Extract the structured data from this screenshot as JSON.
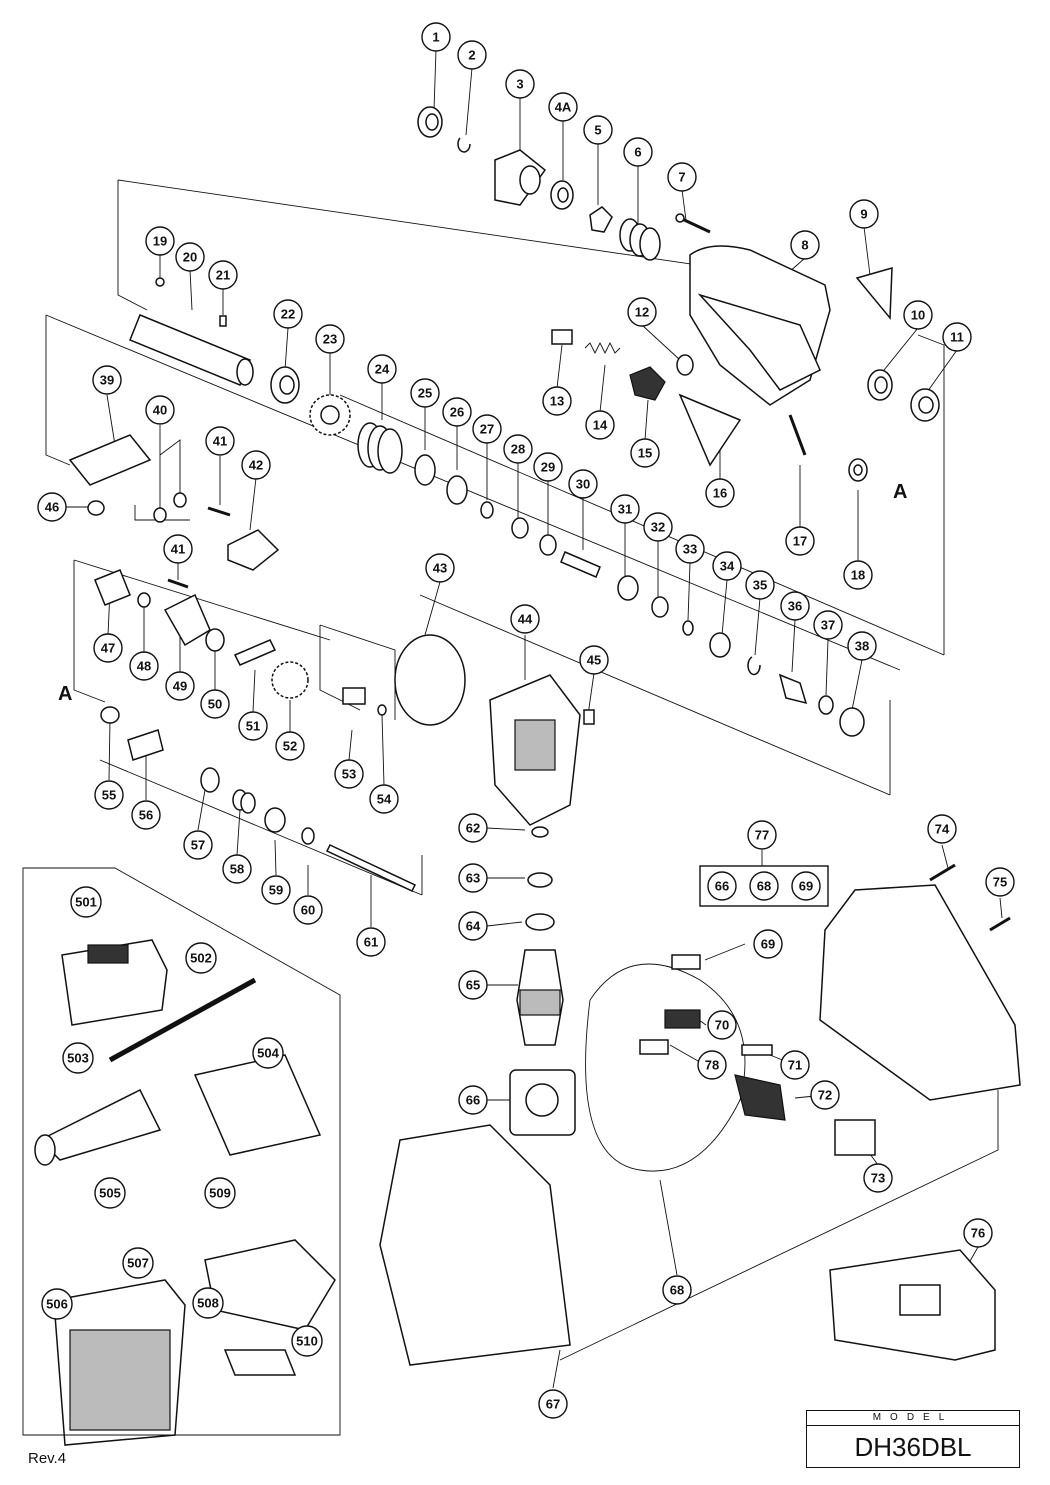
{
  "diagram": {
    "ref_marker": "A",
    "callouts": [
      "1",
      "2",
      "3",
      "4A",
      "5",
      "6",
      "7",
      "8",
      "9",
      "10",
      "11",
      "12",
      "13",
      "14",
      "15",
      "16",
      "17",
      "18",
      "19",
      "20",
      "21",
      "22",
      "23",
      "24",
      "25",
      "26",
      "27",
      "28",
      "29",
      "30",
      "31",
      "32",
      "33",
      "34",
      "35",
      "36",
      "37",
      "38",
      "39",
      "40",
      "41",
      "41",
      "42",
      "43",
      "44",
      "45",
      "46",
      "47",
      "48",
      "49",
      "50",
      "51",
      "52",
      "53",
      "54",
      "55",
      "56",
      "57",
      "58",
      "59",
      "60",
      "61",
      "62",
      "63",
      "64",
      "65",
      "66",
      "67",
      "68",
      "69",
      "70",
      "71",
      "72",
      "73",
      "74",
      "75",
      "76",
      "77",
      "78",
      "501",
      "502",
      "503",
      "504",
      "505",
      "506",
      "507",
      "508",
      "509",
      "510"
    ],
    "group_77_contents": [
      "66",
      "68",
      "69"
    ]
  },
  "title_block": {
    "model_label": "MODEL",
    "model_name": "DH36DBL"
  },
  "revision": "Rev.4"
}
